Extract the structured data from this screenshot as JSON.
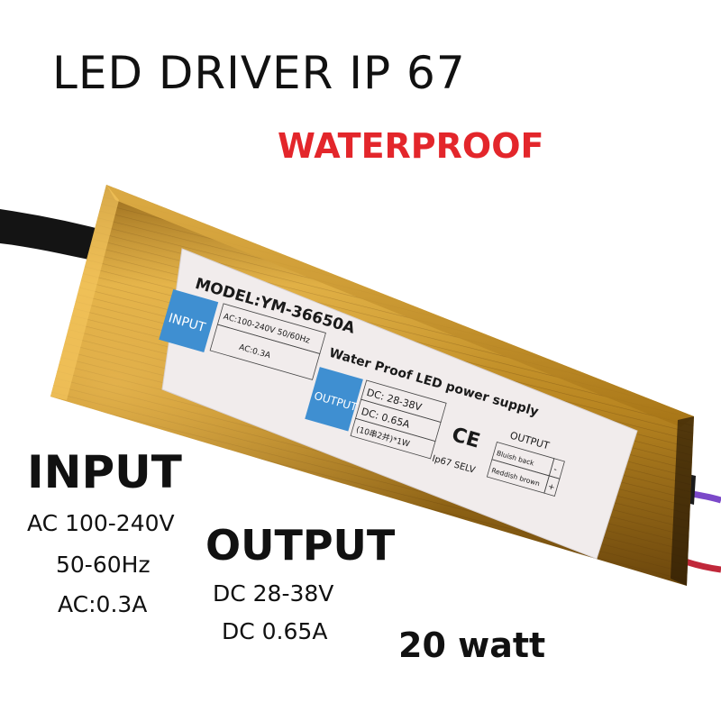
{
  "headline": {
    "title": "LED DRIVER IP 67",
    "subtitle": "WATERPROOF"
  },
  "product_label": {
    "model": "MODEL:YM-36650A",
    "description": "Water Proof LED power supply",
    "input_tag": "INPUT",
    "output_tag": "OUTPUT",
    "input_rating_1": "AC:100-240V  50/60Hz",
    "input_rating_2": "AC:0.3A",
    "output_rating_1": "DC: 28-38V",
    "output_rating_2": "DC: 0.65A",
    "output_rating_3": "(10串2并)*1W",
    "ce_mark": "CE",
    "ip_selv": "Ip67  SELV",
    "wire_header": "OUTPUT",
    "wire_1": "Bluish back",
    "wire_1_sign": "-",
    "wire_2": "Reddish brown",
    "wire_2_sign": "+"
  },
  "input_spec": {
    "heading": "INPUT",
    "lines": [
      "AC 100-240V",
      "50-60Hz",
      "AC:0.3A"
    ]
  },
  "output_spec": {
    "heading": "OUTPUT",
    "lines": [
      "DC 28-38V",
      "DC 0.65A"
    ]
  },
  "wattage": "20 watt",
  "colors": {
    "accent_red": "#e3262b",
    "housing_gold": "#c9972e",
    "label_blue": "#3f8fd1"
  }
}
